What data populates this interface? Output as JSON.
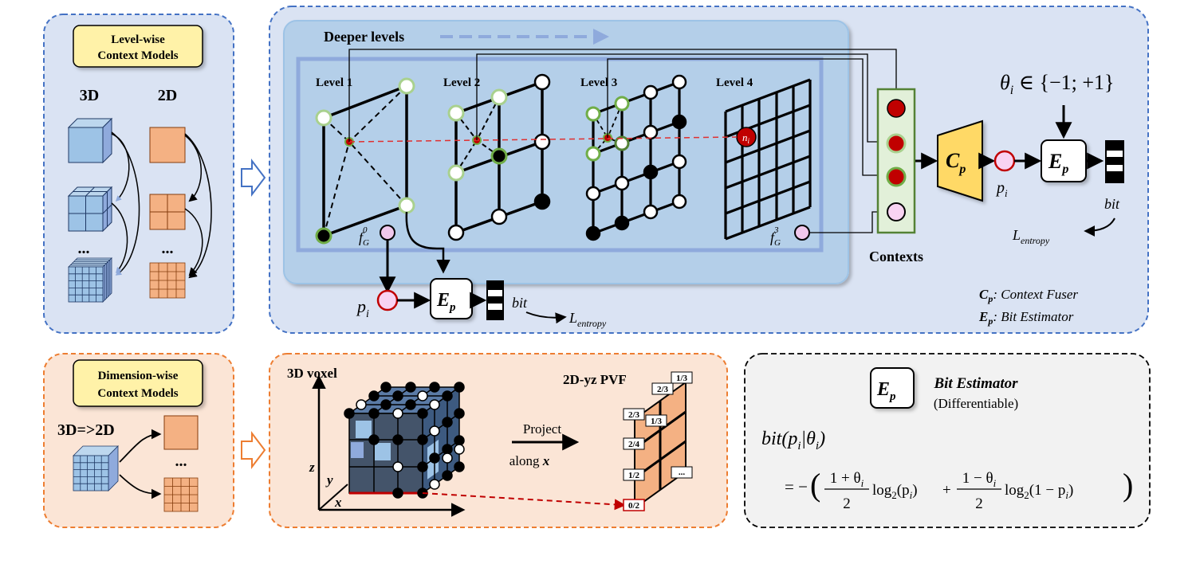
{
  "level_wise": {
    "title_line1": "Level-wise",
    "title_line2": "Context Models",
    "label_3d": "3D",
    "label_2d": "2D",
    "ellipsis": "..."
  },
  "hierarchy": {
    "deeper_levels": "Deeper levels",
    "level1": "Level 1",
    "level2": "Level 2",
    "level3": "Level 3",
    "level4": "Level 4",
    "node_n": "n",
    "node_n_sub": "i",
    "f_g0_main": "f",
    "f_g0_sub": "G",
    "f_g0_sup": "0",
    "f_g3_main": "f",
    "f_g3_sub": "G",
    "f_g3_sup": "3",
    "contexts": "Contexts",
    "p_main": "p",
    "p_sub": "i",
    "ep_main": "E",
    "ep_sub": "p",
    "bit": "bit",
    "l_main": "L",
    "l_sub": "entropy"
  },
  "right_branch": {
    "cp_main": "C",
    "cp_sub": "p",
    "theta_label": "θ",
    "theta_sub": "i",
    "theta_set": " ∈ {−1; +1}",
    "p_main": "p",
    "p_sub": "i",
    "ep_main": "E",
    "ep_sub": "p",
    "bit": "bit",
    "l_main": "L",
    "l_sub": "entropy",
    "legend_cp_sym": "C",
    "legend_cp_sub": "p",
    "legend_cp_text": ": Context Fuser",
    "legend_ep_sym": "E",
    "legend_ep_sub": "p",
    "legend_ep_text": ": Bit Estimator"
  },
  "dimension_wise": {
    "title_line1": "Dimension-wise",
    "title_line2": "Context Models",
    "label": "3D=>2D",
    "ellipsis": "..."
  },
  "projection": {
    "voxel_label": "3D voxel",
    "pvf_label": "2D-yz PVF",
    "project_line1": "Project",
    "project_line2": "along ",
    "project_x": "x",
    "axis_z": "z",
    "axis_y": "y",
    "axis_x": "x",
    "cells": [
      "1/3",
      "2/3",
      "1/3",
      "2/3",
      "2/4",
      "1/2",
      "0/2",
      "..."
    ]
  },
  "bit_estimator": {
    "ep_main": "E",
    "ep_sub": "p",
    "title": "Bit Estimator",
    "subtitle": "(Differentiable)",
    "formula_lhs": "bit(p",
    "formula_lhs_sub": "i",
    "formula_lhs_mid": "|θ",
    "formula_lhs_sub2": "i",
    "formula_lhs_end": ")",
    "eq": "= −",
    "num1": "1 + θ",
    "num1_sub": "i",
    "num2": "1 − θ",
    "num2_sub": "i",
    "den": "2",
    "log1": "log",
    "log1_sub": "2",
    "log1_arg": "(p",
    "log1_arg_sub": "i",
    "log1_arg_end": ")",
    "plus": "+",
    "log2": "log",
    "log2_sub": "2",
    "log2_arg": "(1 − p",
    "log2_arg_sub": "i",
    "log2_arg_end": ")"
  },
  "colors": {
    "blue_panel": "#dae3f3",
    "blue_border": "#4472c4",
    "orange_panel": "#fbe5d6",
    "orange_border": "#ed7d31",
    "yellow_label": "#fff2a8",
    "inner_blue": "#bdd7ee",
    "green": "#70ad47",
    "dark_red": "#c00000"
  }
}
